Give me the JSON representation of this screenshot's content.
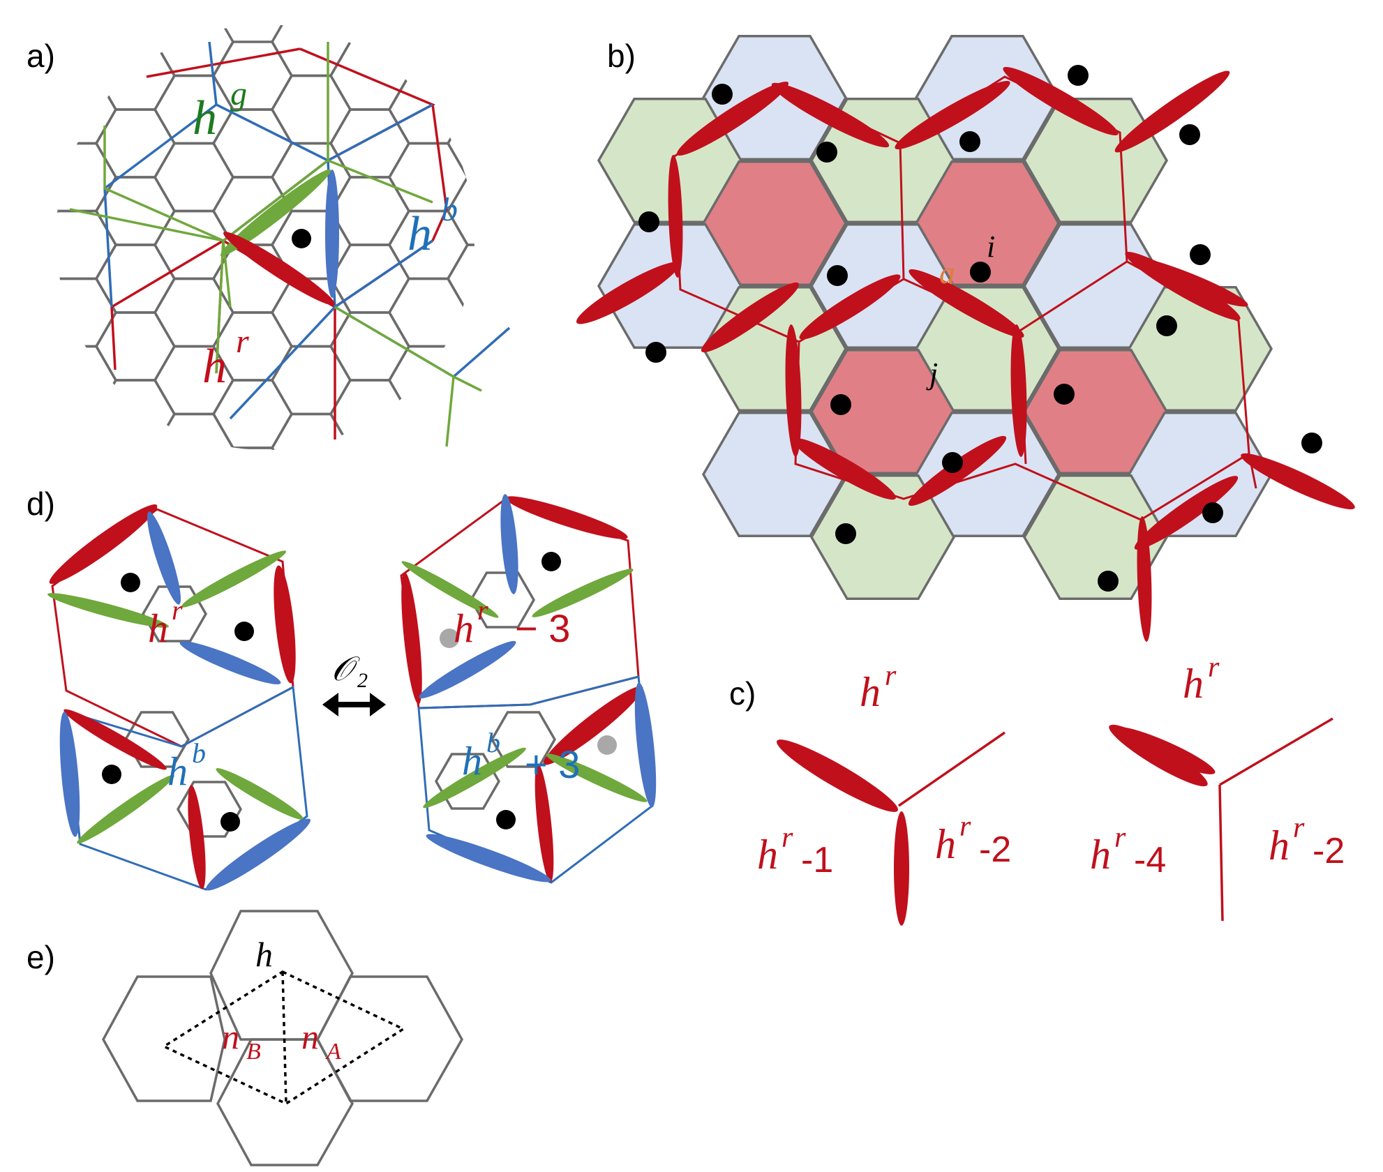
{
  "panels": {
    "a": {
      "label": "a)",
      "hg": "h",
      "hg_sup": "g",
      "hb": "h",
      "hb_sup": "b",
      "hr": "h",
      "hr_sup": "r"
    },
    "b": {
      "label": "b)",
      "i": "i",
      "a": "a",
      "j": "j"
    },
    "c": {
      "label": "c)",
      "left": {
        "top": "h",
        "top_sup": "r",
        "bl": "h",
        "bl_sup": "r",
        "bl_suffix": "-1",
        "br": "h",
        "br_sup": "r",
        "br_suffix": "-2"
      },
      "right": {
        "top": "h",
        "top_sup": "r",
        "bl": "h",
        "bl_sup": "r",
        "bl_suffix": "-4",
        "br": "h",
        "br_sup": "r",
        "br_suffix": "-2"
      }
    },
    "d": {
      "label": "d)",
      "left": {
        "hr": "h",
        "hr_sup": "r",
        "hb": "h",
        "hb_sup": "b"
      },
      "operator": "𝒪",
      "operator_sub": "2",
      "right": {
        "hr": "h",
        "hr_sup": "r",
        "hr_suffix": "− 3",
        "hb": "h",
        "hb_sup": "b",
        "hb_suffix": "+ 3"
      }
    },
    "e": {
      "label": "e)",
      "h": "h",
      "nB": "n",
      "nB_sub": "B",
      "nA": "n",
      "nA_sub": "A"
    }
  },
  "colors": {
    "red": "#c0101c",
    "blue": "#4a74c4",
    "green": "#6fa83c",
    "gray": "#6b6b6b",
    "fill_red": "#e08086",
    "fill_green": "#d5e6c8",
    "fill_blue": "#d9e3f3"
  }
}
